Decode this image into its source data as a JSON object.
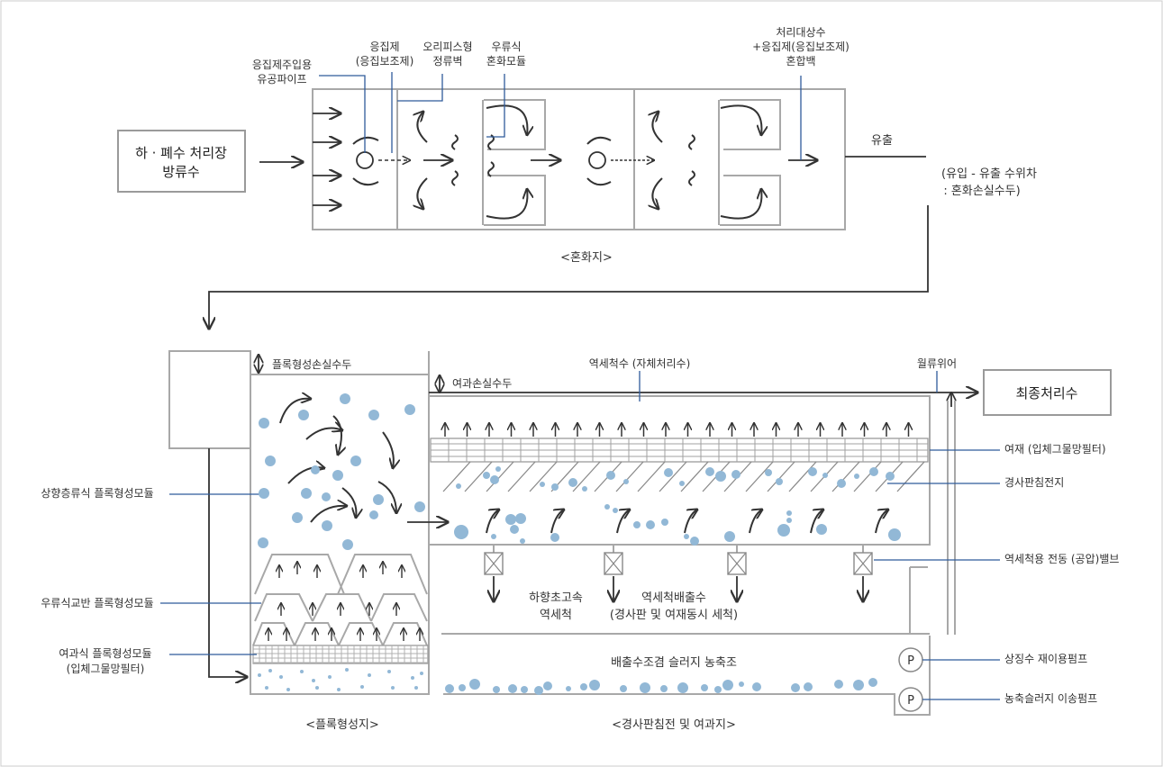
{
  "inlet": {
    "line1": "하 · 폐수 처리장",
    "line2": "방류수"
  },
  "mixing_tank": {
    "caption": "<혼화지>",
    "pipe_label": [
      "응집제주입용",
      "유공파이프"
    ],
    "coagulant_label": [
      "응집제",
      "(응집보조제)"
    ],
    "orifice_label": [
      "오리피스형",
      "정류벽"
    ],
    "module_label": [
      "우류식",
      "혼화모듈"
    ],
    "mix_label": [
      "처리대상수",
      "+응집제(응집보조제)",
      "혼합백"
    ],
    "outflow_label": "유출",
    "headloss_label": [
      "(유입 - 유출 수위차",
      ": 혼화손실수두)"
    ]
  },
  "floc_tank": {
    "caption": "<플록형성지>",
    "headloss_label": "플록형성손실수두",
    "upflow_label": "상향층류식 플록형성모듈",
    "baffle_label": "우류식교반 플록형성모듈",
    "filter_label": [
      "여과식 플록형성모듈",
      "(입체그물망필터)"
    ]
  },
  "settle_tank": {
    "caption": "<경사판침전 및 여과지>",
    "filter_headloss_label": "여과손실수두",
    "backwash_water_label": "역세척수 (자체처리수)",
    "weir_label": "월류위어",
    "final_label": "최종처리수",
    "media_label": "여재 (입체그물망필터)",
    "plate_label": "경사판침전지",
    "valve_label": "역세척용 전동 (공압)밸브",
    "downflow_label": [
      "하향초고속",
      "역세척"
    ],
    "discharge_label": [
      "역세척배출수",
      "(경사판 및 여재동시 세척)"
    ],
    "sludge_label": "배출수조겸 슬러지 농축조",
    "reuse_pump_label": "상징수 재이용펌프",
    "sludge_pump_label": "농축슬러지 이송펌프",
    "pump_symbol": "P"
  }
}
